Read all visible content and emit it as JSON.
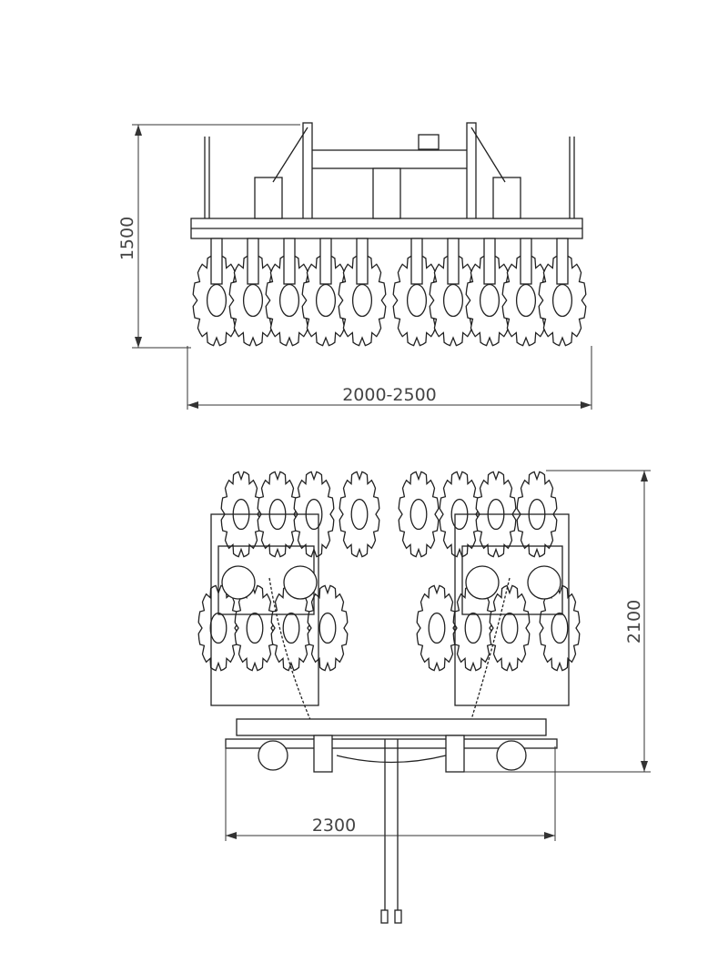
{
  "drawing": {
    "front_view": {
      "height_dimension": "1500",
      "width_dimension": "2000-2500"
    },
    "top_view": {
      "length_dimension": "2100",
      "width_dimension": "2300"
    }
  }
}
